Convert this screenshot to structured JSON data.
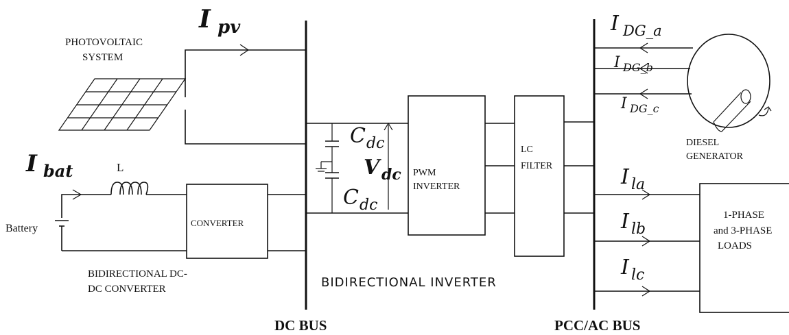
{
  "labels": {
    "ipv_main": "I",
    "ipv_sub": "pv",
    "photovoltaic_line1": "PHOTOVOLTAIC",
    "photovoltaic_line2": "SYSTEM",
    "ibat_main": "I",
    "ibat_sub": "bat",
    "inductor": "L",
    "battery": "Battery",
    "converter": "CONVERTER",
    "bidir_dcdc_line1": "BIDIRECTIONAL DC-",
    "bidir_dcdc_line2": "DC CONVERTER",
    "cdc_top_main": "C",
    "cdc_top_sub": "dc",
    "vdc_main": "V",
    "vdc_sub": "dc",
    "cdc_bot_main": "C",
    "cdc_bot_sub": "dc",
    "pwm_line1": "PWM",
    "pwm_line2": "INVERTER",
    "lc_line1": "LC",
    "lc_line2": "FILTER",
    "bidir_inverter": "BIDIRECTIONAL  INVERTER",
    "dc_bus": "DC BUS",
    "pcc_bus": "PCC/AC BUS",
    "idga_main": "I",
    "idga_sub": "DG_a",
    "idgb_main": "I",
    "idgb_sub": "DG_b",
    "idgc_main": "I",
    "idgc_sub": "DG_c",
    "diesel_line1": "DIESEL",
    "diesel_line2": "GENERATOR",
    "ila_main": "I",
    "ila_sub": "la",
    "ilb_main": "I",
    "ilb_sub": "lb",
    "ilc_main": "I",
    "ilc_sub": "lc",
    "loads_line1": "1-PHASE",
    "loads_line2": "and 3-PHASE",
    "loads_line3": "LOADS"
  }
}
